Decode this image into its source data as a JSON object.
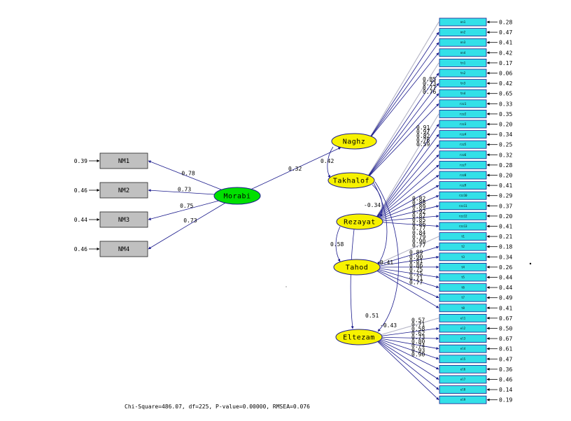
{
  "model": {
    "exogenous": {
      "name": "Morabi"
    },
    "nm_indicators": [
      {
        "label": "NM1",
        "loading": "0.78",
        "error": "0.39"
      },
      {
        "label": "NM2",
        "loading": "0.73",
        "error": "0.46"
      },
      {
        "label": "NM3",
        "loading": "0.75",
        "error": "0.44"
      },
      {
        "label": "NM4",
        "loading": "0.73",
        "error": "0.46"
      }
    ],
    "latents": [
      {
        "id": "naghz",
        "name": "Naghz"
      },
      {
        "id": "takhalof",
        "name": "Takhalof"
      },
      {
        "id": "rezayat",
        "name": "Rezayat"
      },
      {
        "id": "tahod",
        "name": "Tahod"
      },
      {
        "id": "eltezam",
        "name": "Eltezam"
      }
    ],
    "structural_paths": [
      {
        "from": "Morabi",
        "to": "Naghz",
        "coef": "0.32"
      },
      {
        "from": "Naghz",
        "to": "Takhalof",
        "coef": "0.42"
      },
      {
        "from": "Takhalof",
        "to": "Rezayat",
        "coef": "-0.34"
      },
      {
        "from": "Rezayat",
        "to": "Tahod",
        "coef": "0.58"
      },
      {
        "from": "Takhalof",
        "to": "Tahod",
        "coef": "-0.41"
      },
      {
        "from": "Rezayat",
        "to": "Eltezam",
        "coef": "0.51"
      },
      {
        "from": "Takhalof",
        "to": "Eltezam",
        "coef": "-0.43"
      }
    ],
    "measurement_groups": [
      {
        "latent": "Naghz",
        "loadings": [
          "0.85",
          "0.73",
          "0.77",
          "0.76"
        ],
        "items": [
          {
            "label": "nn1",
            "error": "0.28"
          },
          {
            "label": "nn2",
            "error": "0.47"
          },
          {
            "label": "nn3",
            "error": "0.41"
          },
          {
            "label": "nn4",
            "error": "0.42"
          }
        ]
      },
      {
        "latent": "Takhalof",
        "loadings": [
          "0.91",
          "0.97",
          "0.82",
          "0.76",
          "0.59"
        ],
        "items": [
          {
            "label": "tn1",
            "error": "0.17"
          },
          {
            "label": "tn2",
            "error": "0.06"
          },
          {
            "label": "tn3",
            "error": "0.42"
          },
          {
            "label": "tn4",
            "error": "0.65"
          },
          {
            "label": "rzz1",
            "error": "0.33"
          }
        ]
      },
      {
        "latent": "Rezayat",
        "loadings": [
          "0.82",
          "0.88",
          "0.89",
          "0.92",
          "0.87",
          "0.85",
          "0.86",
          "0.77",
          "0.84",
          "0.79",
          "0.90",
          "0.77"
        ],
        "items": [
          {
            "label": "rzz2",
            "error": "0.35"
          },
          {
            "label": "rzz3",
            "error": "0.20"
          },
          {
            "label": "rzz4",
            "error": "0.34"
          },
          {
            "label": "rzz5",
            "error": "0.25"
          },
          {
            "label": "rzz6",
            "error": "0.32"
          },
          {
            "label": "rzz7",
            "error": "0.28"
          },
          {
            "label": "rzz8",
            "error": "0.20"
          },
          {
            "label": "rzz9",
            "error": "0.41"
          },
          {
            "label": "rzz10",
            "error": "0.29"
          },
          {
            "label": "rzz11",
            "error": "0.37"
          },
          {
            "label": "rzz12",
            "error": "0.20"
          },
          {
            "label": "rzz13",
            "error": "0.41"
          }
        ]
      },
      {
        "latent": "Tahod",
        "loadings": [
          "0.89",
          "0.90",
          "0.81",
          "0.86",
          "0.75",
          "0.75",
          "0.71",
          "0.77"
        ],
        "items": [
          {
            "label": "t1",
            "error": "0.21"
          },
          {
            "label": "t2",
            "error": "0.18"
          },
          {
            "label": "t3",
            "error": "0.34"
          },
          {
            "label": "t4",
            "error": "0.26"
          },
          {
            "label": "t5",
            "error": "0.44"
          },
          {
            "label": "t6",
            "error": "0.44"
          },
          {
            "label": "t7",
            "error": "0.49"
          },
          {
            "label": "t8",
            "error": "0.41"
          }
        ]
      },
      {
        "latent": "Eltezam",
        "loadings": [
          "0.57",
          "0.71",
          "0.58",
          "0.62",
          "0.73",
          "0.80",
          "0.74",
          "0.93",
          "0.90"
        ],
        "items": [
          {
            "label": "el1",
            "error": "0.67"
          },
          {
            "label": "el2",
            "error": "0.50"
          },
          {
            "label": "el3",
            "error": "0.67"
          },
          {
            "label": "el4",
            "error": "0.61"
          },
          {
            "label": "el5",
            "error": "0.47"
          },
          {
            "label": "el6",
            "error": "0.36"
          },
          {
            "label": "el7",
            "error": "0.46"
          },
          {
            "label": "el8",
            "error": "0.14"
          },
          {
            "label": "el9",
            "error": "0.19"
          }
        ]
      }
    ]
  },
  "fit_statistics": "Chi-Square=486.07, df=225, P-value=0.00000, RMSEA=0.076",
  "colors": {
    "path": "#1b1b8c",
    "indicator_box": "#33e0e8",
    "nm_box": "#c0c0c0",
    "latent_fill": "#f7f200",
    "exogenous_fill": "#00e000"
  }
}
